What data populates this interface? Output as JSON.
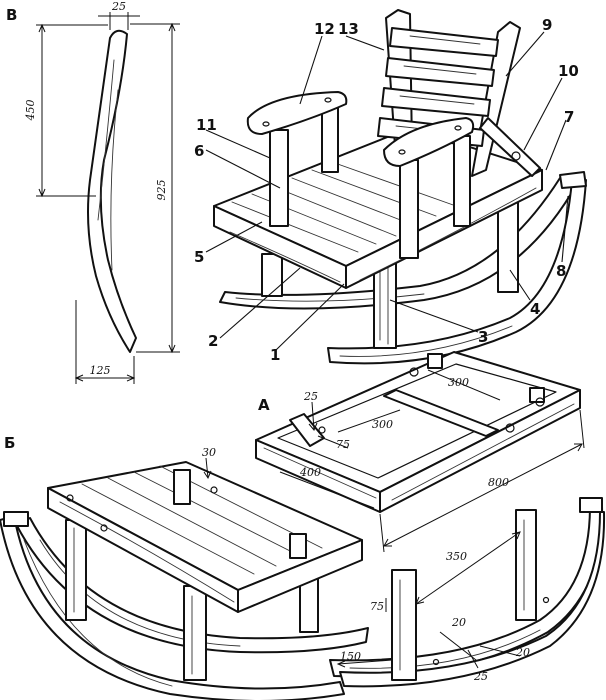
{
  "views": {
    "v": "В",
    "a": "А",
    "b": "Б"
  },
  "callouts": {
    "c1": "1",
    "c2": "2",
    "c3": "3",
    "c4": "4",
    "c5": "5",
    "c6": "6",
    "c7": "7",
    "c8": "8",
    "c9": "9",
    "c10": "10",
    "c11": "11",
    "c12": "12",
    "c13": "13"
  },
  "dimensions": {
    "runner_width_top": "25",
    "runner_height_450": "450",
    "runner_height_925": "925",
    "runner_bottom_125": "125",
    "frame_25": "25",
    "frame_75": "75",
    "frame_300_a": "300",
    "frame_300_b": "300",
    "frame_400": "400",
    "frame_800": "800",
    "seat_30": "30",
    "legs_350": "350",
    "legs_75": "75",
    "legs_150": "150",
    "runner_20_a": "20",
    "runner_20_b": "20",
    "runner_25": "25"
  }
}
